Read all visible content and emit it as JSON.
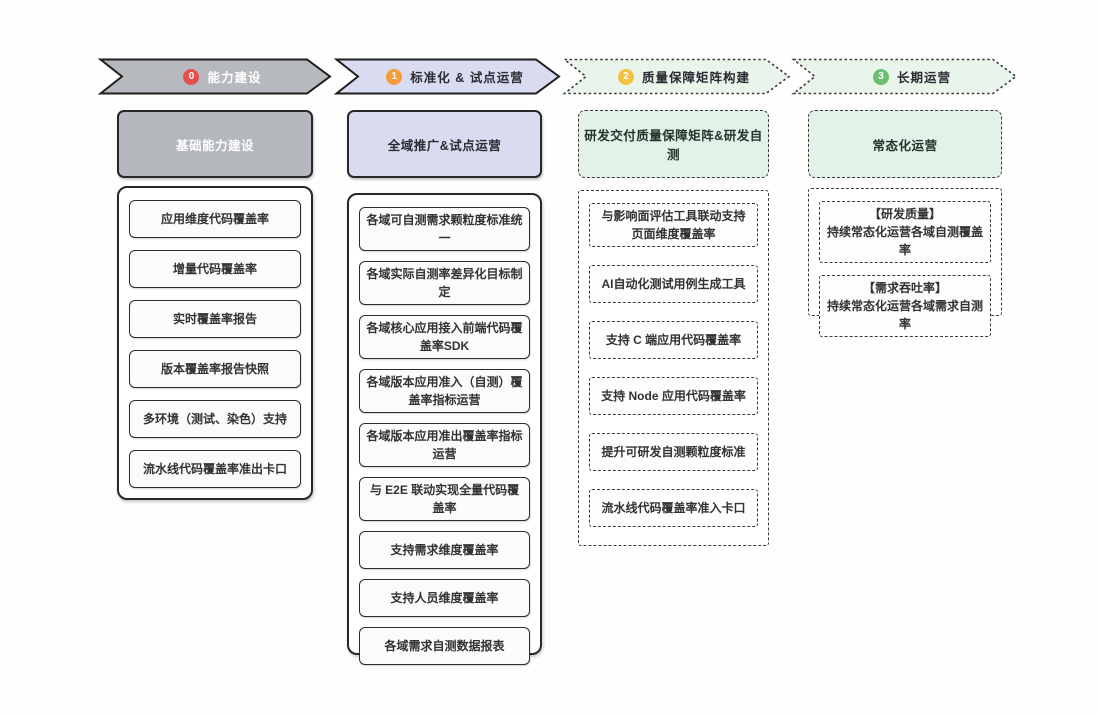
{
  "phases": [
    {
      "badge": "0",
      "badge_color": "#e2514d",
      "fill_color": "#b6b9bd",
      "title": "能力建设",
      "header": "基础能力建设",
      "items": [
        "应用维度代码覆盖率",
        "增量代码覆盖率",
        "实时覆盖率报告",
        "版本覆盖率报告快照",
        "多环境（测试、染色）支持",
        "流水线代码覆盖率准出卡口"
      ]
    },
    {
      "badge": "1",
      "badge_color": "#f59b37",
      "fill_color": "#d9dbf1",
      "title": "标准化 & 试点运营",
      "header": "全域推广&试点运营",
      "items": [
        "各域可自测需求颗粒度标准统一",
        "各域实际自测率差异化目标制定",
        "各域核心应用接入前端代码覆盖率SDK",
        "各域版本应用准入（自测）覆盖率指标运营",
        "各域版本应用准出覆盖率指标运营",
        "与 E2E 联动实现全量代码覆盖率",
        "支持需求维度覆盖率",
        "支持人员维度覆盖率",
        "各域需求自测数据报表"
      ]
    },
    {
      "badge": "2",
      "badge_color": "#f0c23f",
      "fill_color": "#e9f5eb",
      "title": "质量保障矩阵构建",
      "header": "研发交付质量保障矩阵&研发自测",
      "items": [
        "与影响面评估工具联动支持页面维度覆盖率",
        "AI自动化测试用例生成工具",
        "支持 C 端应用代码覆盖率",
        "支持 Node 应用代码覆盖率",
        "提升可研发自测颗粒度标准",
        "流水线代码覆盖率准入卡口"
      ]
    },
    {
      "badge": "3",
      "badge_color": "#6cbd70",
      "fill_color": "#e9f5eb",
      "title": "长期运营",
      "header": "常态化运营",
      "items": [
        "【研发质量】\n持续常态化运营各域自测覆盖率",
        "【需求吞吐率】\n持续常态化运营各域需求自测率"
      ]
    }
  ]
}
